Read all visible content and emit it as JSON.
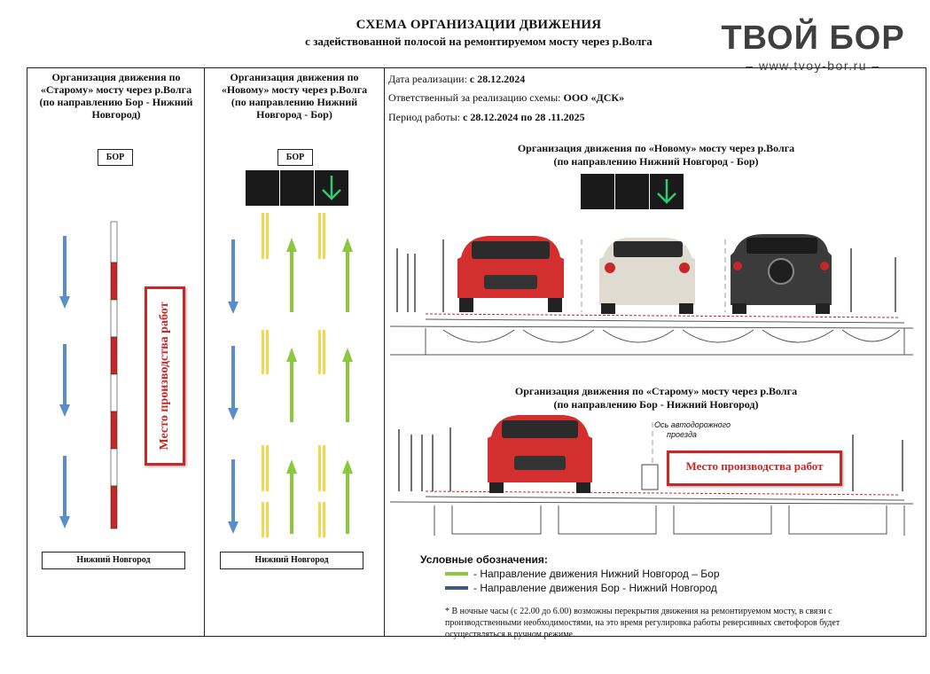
{
  "header": {
    "title": "СХЕМА ОРГАНИЗАЦИИ ДВИЖЕНИЯ",
    "subtitle": "с задействованной полосой на ремонтируемом мосту через р.Волга"
  },
  "brand": {
    "logo": "ТВОЙ БОР",
    "site": "– www.tvoy-bor.ru –"
  },
  "columns": {
    "old_bridge": {
      "heading_line1": "Организация движения по",
      "heading_line2": "«Старому» мосту через р.Волга",
      "heading_line3": "(по направлению Бор - Нижний",
      "heading_line4": "Новгород)",
      "top_sign": "БОР",
      "bottom_sign": "Нижний Новгород",
      "work_label": "Место производства работ"
    },
    "new_bridge": {
      "heading_line1": "Организация движения по",
      "heading_line2": "«Новому» мосту через р.Волга",
      "heading_line3": "(по направлению Нижний",
      "heading_line4": "Новгород  - Бор)",
      "top_sign": "БОР",
      "bottom_sign": "Нижний Новгород"
    }
  },
  "info": {
    "date_label": "Дата реализации:",
    "date_value": "с 28.12.2024",
    "responsible_label": "Ответственный за реализацию схемы:",
    "responsible_value": "ООО «ДСК»",
    "period_label": "Период работы:",
    "period_value": "с 28.12.2024 по 28 .11.2025"
  },
  "section_new": {
    "title_line1": "Организация движения по «Новому» мосту через р.Волга",
    "title_line2": "(по направлению Нижний Новгород  - Бор)"
  },
  "section_old": {
    "title_line1": "Организация движения по «Старому» мосту через р.Волга",
    "title_line2": "(по направлению Бор - Нижний Новгород)",
    "axis_label_line1": "Ось автодорожного",
    "axis_label_line2": "проезда",
    "work_label": "Место производства работ"
  },
  "legend": {
    "heading": "Условные обозначения:",
    "items": [
      {
        "label": "- Направление движения Нижний Новгород – Бор",
        "color": "#8dc63f"
      },
      {
        "label": "- Направление движения Бор - Нижний Новгород",
        "color": "#3d5a80"
      }
    ]
  },
  "note": {
    "line1": "* В ночные часы (с 22.00 до 6.00) возможны перекрытия движения на ремонтируемом мосту, в связи с",
    "line2": "производственными необходимостями, на это время регулировка работы реверсивных светофоров будет",
    "line3": "осуществляться в ручном режиме."
  },
  "colors": {
    "accent_red": "#c62828",
    "arrow_blue": "#5b8ec9",
    "arrow_green": "#8dc63f",
    "lane_yellow": "#f2d64b",
    "signal_green": "#2ecc71"
  }
}
